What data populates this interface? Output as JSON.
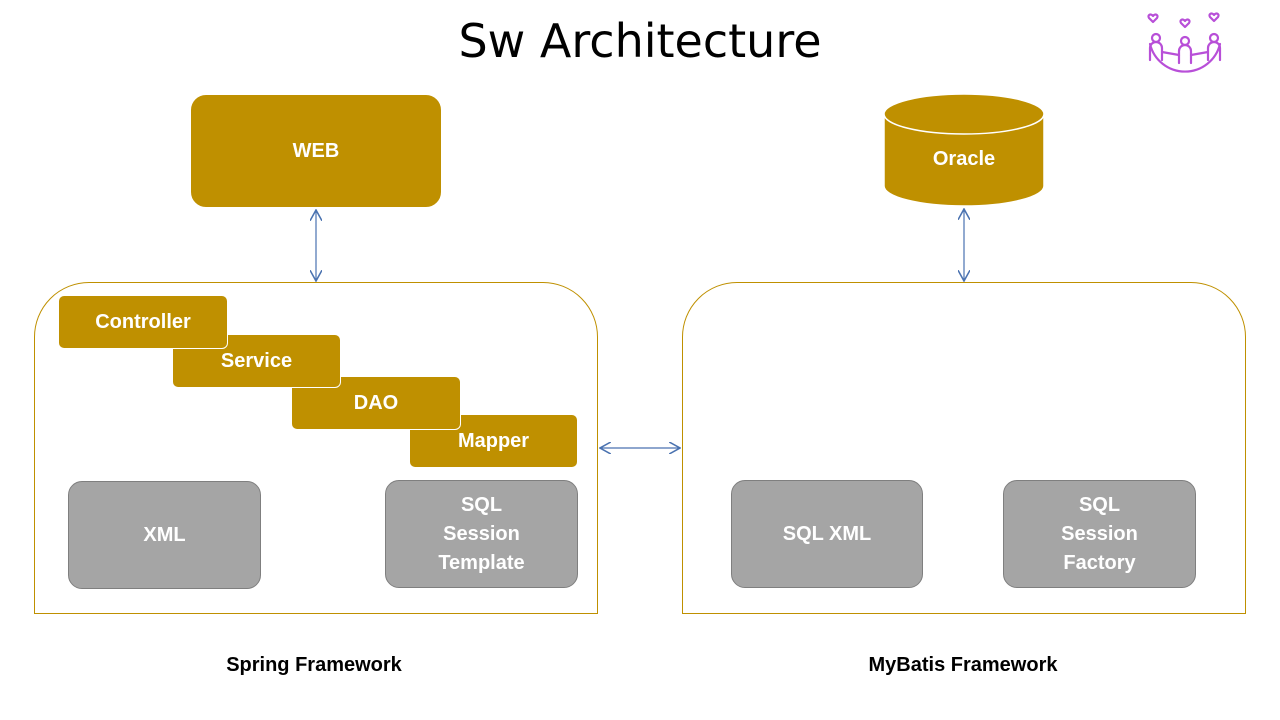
{
  "title": "Sw Architecture",
  "nodes": {
    "web": "WEB",
    "oracle": "Oracle",
    "controller": "Controller",
    "service": "Service",
    "dao": "DAO",
    "mapper": "Mapper",
    "xml": "XML",
    "sql_session_template": [
      "SQL",
      "Session",
      "Template"
    ],
    "sql_xml": "SQL XML",
    "sql_session_factory": [
      "SQL",
      "Session",
      "Factory"
    ]
  },
  "frameworks": {
    "spring": "Spring Framework",
    "mybatis": "MyBatis Framework"
  },
  "colors": {
    "gold": "#bf9000",
    "grey": "#a5a5a5",
    "arrow": "#4a72b0",
    "logo": "#b84fd8"
  },
  "icons": {
    "logo": "people-with-hearts-icon"
  }
}
